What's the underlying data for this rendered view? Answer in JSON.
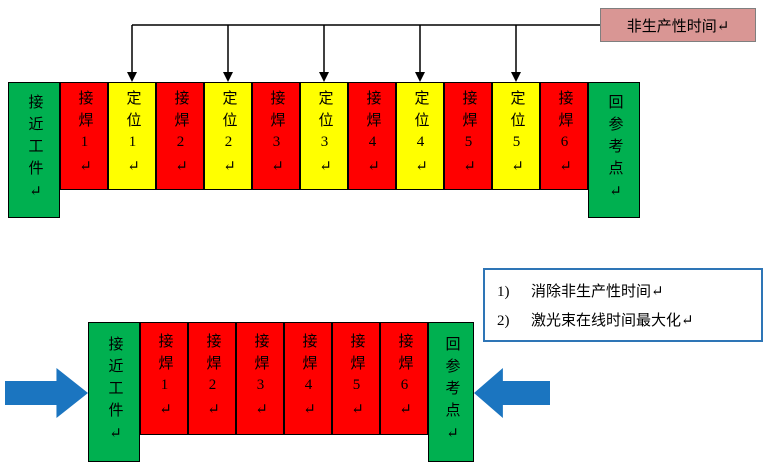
{
  "top": {
    "header_label": "非生产性时间↵",
    "left_label": "接近工件↵",
    "right_label": "回参考点↵",
    "boxes": [
      {
        "type": "red",
        "label": "接焊1↵"
      },
      {
        "type": "yellow",
        "label": "定位1↵"
      },
      {
        "type": "red",
        "label": "接焊2↵"
      },
      {
        "type": "yellow",
        "label": "定位2↵"
      },
      {
        "type": "red",
        "label": "接焊3↵"
      },
      {
        "type": "yellow",
        "label": "定位3↵"
      },
      {
        "type": "red",
        "label": "接焊4↵"
      },
      {
        "type": "yellow",
        "label": "定位4↵"
      },
      {
        "type": "red",
        "label": "接焊5↵"
      },
      {
        "type": "yellow",
        "label": "定位5↵"
      },
      {
        "type": "red",
        "label": "接焊6↵"
      }
    ]
  },
  "bottom": {
    "left_label": "接近工件↵",
    "right_label": "回参考点↵",
    "boxes": [
      {
        "type": "red",
        "label": "接焊1↵"
      },
      {
        "type": "red",
        "label": "接焊2↵"
      },
      {
        "type": "red",
        "label": "接焊3↵"
      },
      {
        "type": "red",
        "label": "接焊4↵"
      },
      {
        "type": "red",
        "label": "接焊5↵"
      },
      {
        "type": "red",
        "label": "接焊6↵"
      }
    ]
  },
  "notes": {
    "items": [
      {
        "num": "1)",
        "text": "消除非生产性时间↵"
      },
      {
        "num": "2)",
        "text": "激光束在线时间最大化↵"
      }
    ]
  },
  "colors": {
    "red": "#ff0000",
    "yellow": "#ffff00",
    "green": "#00b050",
    "pink": "#d99694",
    "blue": "#1b75c0",
    "noteborder": "#2e75b6"
  }
}
